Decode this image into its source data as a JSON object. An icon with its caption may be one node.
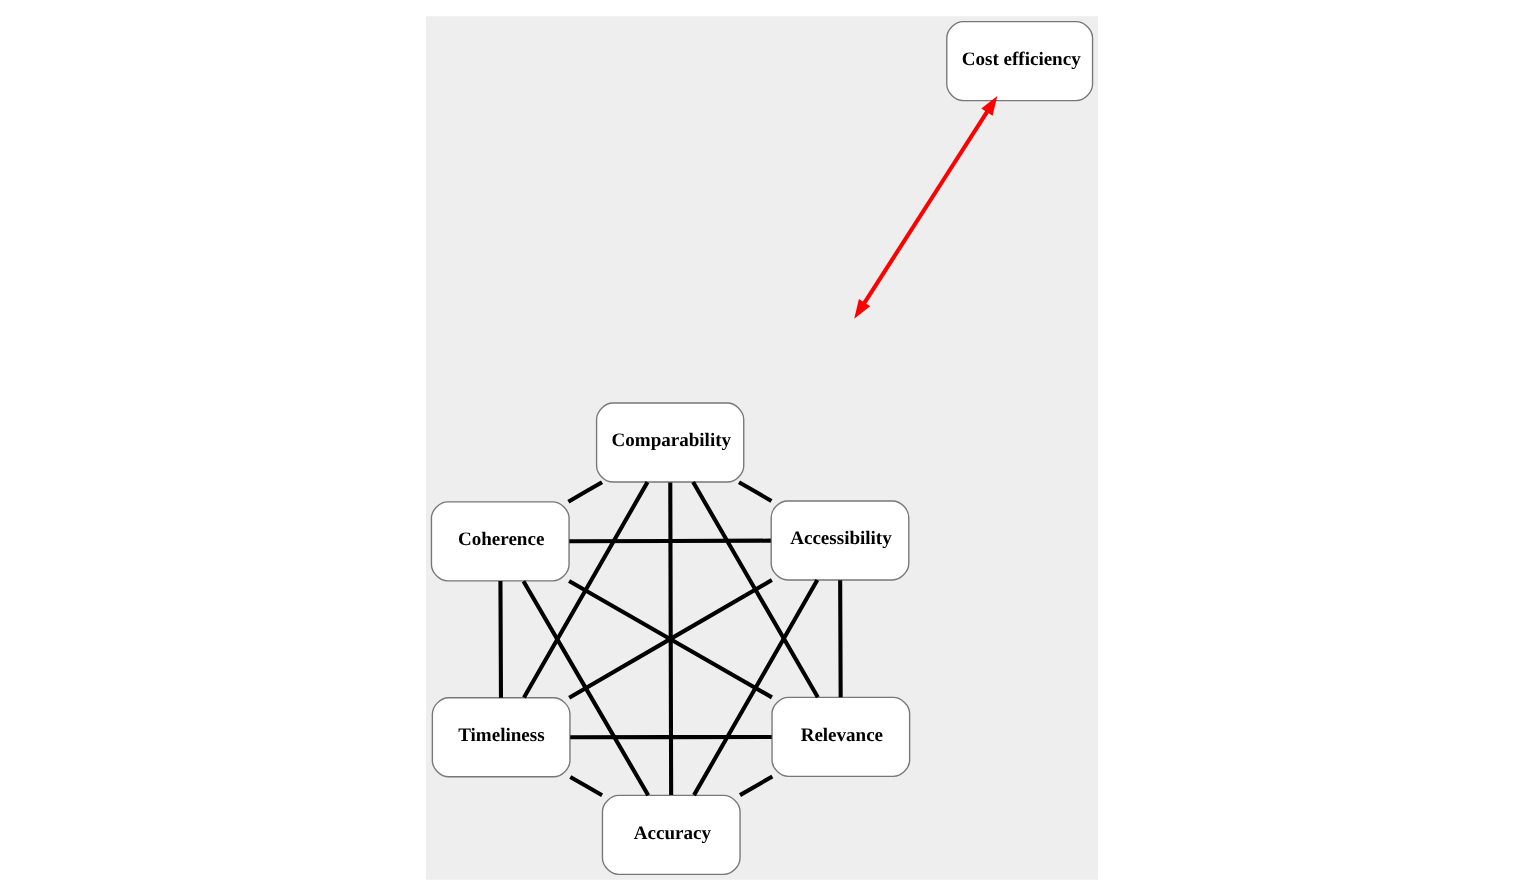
{
  "diagram": {
    "nodes": [
      {
        "text": [
          "Relevance"
        ]
      },
      {
        "text": [
          "Accuracy"
        ]
      },
      {
        "text": [
          "Accessibility"
        ]
      },
      {
        "text": [
          "Timeliness"
        ]
      },
      {
        "text": [
          "Comparability"
        ]
      },
      {
        "text": [
          "Coherence"
        ]
      },
      {
        "text": [
          "Cost efficiency"
        ]
      }
    ],
    "edges": [
      {
        "from": 0,
        "to": 1,
        "arrow": "none"
      },
      {
        "from": 0,
        "to": 2,
        "arrow": "none"
      },
      {
        "from": 1,
        "to": 3,
        "arrow": "none"
      },
      {
        "from": 2,
        "to": 4,
        "arrow": "none"
      },
      {
        "from": 3,
        "to": 5,
        "arrow": "none"
      },
      {
        "from": 4,
        "to": 5,
        "arrow": "none"
      },
      {
        "from": 0,
        "to": 3,
        "arrow": "none"
      },
      {
        "from": 0,
        "to": 4,
        "arrow": "none"
      },
      {
        "from": 0,
        "to": 5,
        "arrow": "none"
      },
      {
        "from": 1,
        "to": 2,
        "arrow": "none"
      },
      {
        "from": 1,
        "to": 4,
        "arrow": "none"
      },
      {
        "from": 1,
        "to": 5,
        "arrow": "none"
      },
      {
        "from": 2,
        "to": 3,
        "arrow": "none"
      },
      {
        "from": 2,
        "to": 5,
        "arrow": "none"
      },
      {
        "from": 3,
        "to": 4,
        "arrow": "none"
      },
      {
        "from": null,
        "to": 6,
        "arrow": "both",
        "color": "#ff0000"
      }
    ]
  }
}
